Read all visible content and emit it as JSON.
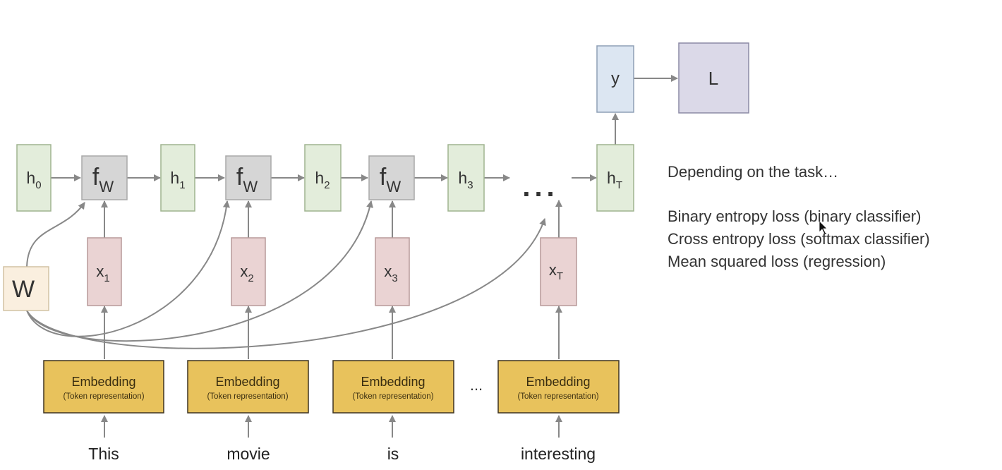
{
  "hidden_states": [
    {
      "base": "h",
      "sub": "0"
    },
    {
      "base": "h",
      "sub": "1"
    },
    {
      "base": "h",
      "sub": "2"
    },
    {
      "base": "h",
      "sub": "3"
    },
    {
      "base": "h",
      "sub": "T"
    }
  ],
  "cells": [
    {
      "base": "f",
      "sub": "W"
    },
    {
      "base": "f",
      "sub": "W"
    },
    {
      "base": "f",
      "sub": "W"
    }
  ],
  "inputs": [
    {
      "base": "x",
      "sub": "1"
    },
    {
      "base": "x",
      "sub": "2"
    },
    {
      "base": "x",
      "sub": "3"
    },
    {
      "base": "x",
      "sub": "T"
    }
  ],
  "embeddings": [
    {
      "title": "Embedding",
      "subtitle": "(Token representation)"
    },
    {
      "title": "Embedding",
      "subtitle": "(Token representation)"
    },
    {
      "title": "Embedding",
      "subtitle": "(Token representation)"
    },
    {
      "title": "Embedding",
      "subtitle": "(Token representation)"
    }
  ],
  "words": [
    "This",
    "movie",
    "is",
    "interesting"
  ],
  "weight": "W",
  "output": "y",
  "loss": "L",
  "ellipsis_hidden": "...",
  "ellipsis_embed": "...",
  "notes": {
    "heading": "Depending on the task…",
    "lines": [
      "Binary entropy loss (binary classifier)",
      "Cross entropy loss (softmax classifier)",
      "Mean squared loss (regression)"
    ]
  },
  "colors": {
    "hidden_fill": "#e3eddb",
    "hidden_stroke": "#9fb38f",
    "cell_fill": "#d6d6d6",
    "cell_stroke": "#a8a8a8",
    "input_fill": "#ead3d3",
    "input_stroke": "#b89a9a",
    "embed_fill": "#e8c25c",
    "embed_stroke": "#3d3320",
    "weight_fill": "#faefdf",
    "weight_stroke": "#d2c2a4",
    "output_fill": "#dce6f2",
    "output_stroke": "#8e9fb5",
    "loss_fill": "#dbd9e8",
    "loss_stroke": "#8c8aa5",
    "arrow": "#888888"
  }
}
